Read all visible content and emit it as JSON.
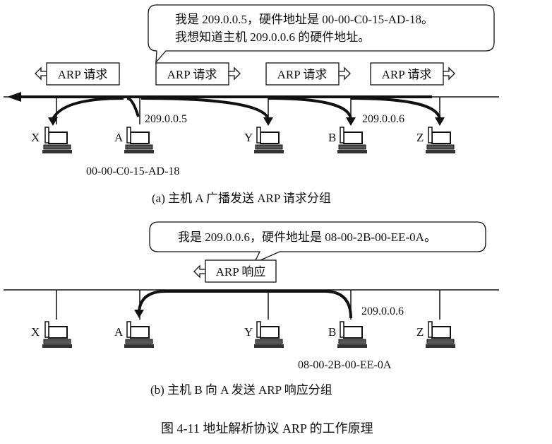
{
  "panel_a": {
    "bubble_line1": "我是 209.0.0.5，硬件地址是 00-00-C0-15-AD-18。",
    "bubble_line2": "我想知道主机 209.0.0.6 的硬件地址。",
    "arp_box_label": "ARP 请求",
    "hosts": [
      "X",
      "A",
      "Y",
      "B",
      "Z"
    ],
    "ip_a": "209.0.0.5",
    "ip_b": "209.0.0.6",
    "mac_a": "00-00-C0-15-AD-18",
    "caption": "(a) 主机 A 广播发送 ARP 请求分组"
  },
  "panel_b": {
    "bubble_line": "我是 209.0.0.6，硬件地址是 08-00-2B-00-EE-0A。",
    "arp_box_label": "ARP 响应",
    "hosts": [
      "X",
      "A",
      "Y",
      "B",
      "Z"
    ],
    "ip_b": "209.0.0.6",
    "mac_b": "08-00-2B-00-EE-0A",
    "caption": "(b) 主机 B 向 A 发送 ARP 响应分组"
  },
  "figure_caption": "图 4-11    地址解析协议 ARP 的工作原理"
}
